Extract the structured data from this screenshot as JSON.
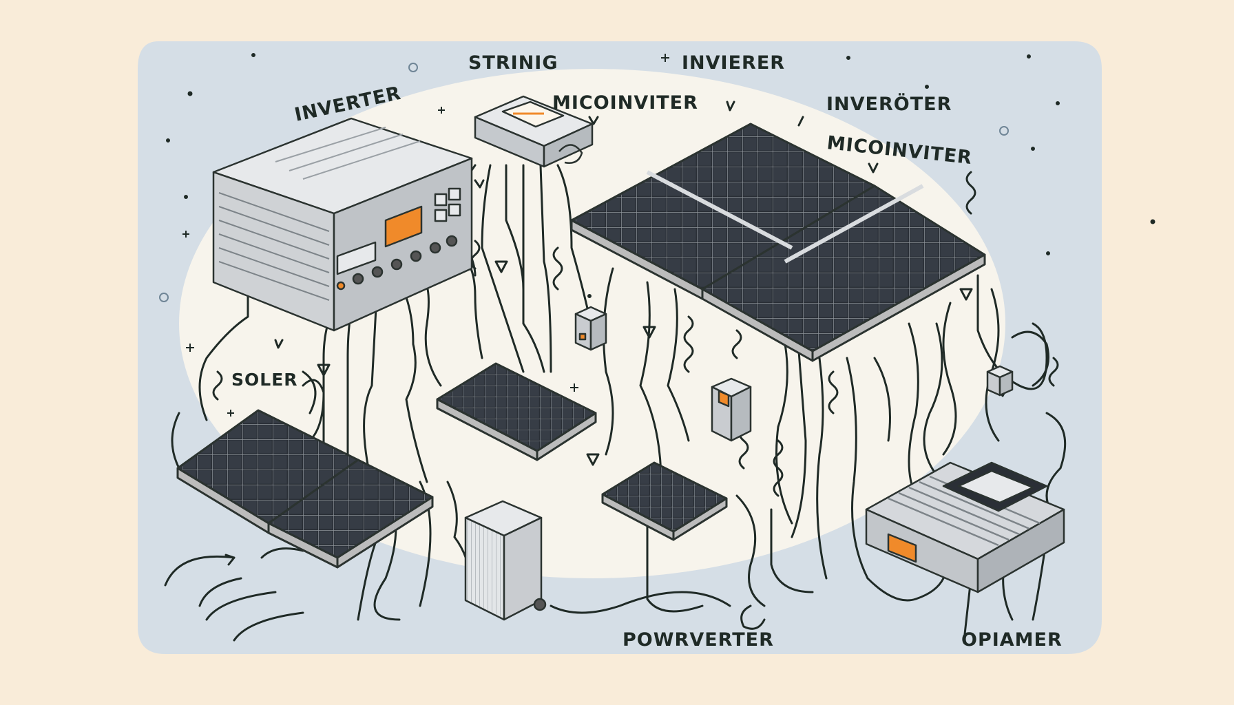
{
  "labels": {
    "inverter_top_left": "INVERTER",
    "string_top": "STRINIG",
    "microinverter_top": "MICOINVITER",
    "inverter_top_right": "INVIERER",
    "inverter_right": "INVERÖTER",
    "microinverter_right": "MICOINVITER",
    "solar_left": "SOLER",
    "powerverter_bottom": "POWRVERTER",
    "optimizer_bottom": "OPIAMER"
  },
  "colors": {
    "background": "#f9ecd9",
    "blob": "#d5dee6",
    "highlight": "#fbf6ec",
    "panel_cell": "#2a2f36",
    "panel_frame": "#bcbcbc",
    "device_body": "#c9ccd0",
    "display_orange": "#f08a2a",
    "wire": "#1f2a26"
  }
}
